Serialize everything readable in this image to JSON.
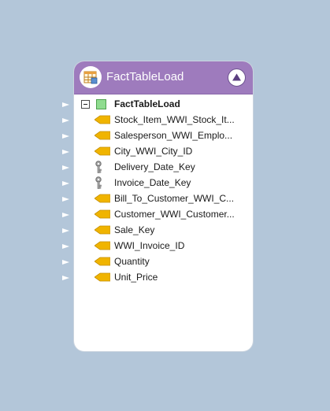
{
  "node": {
    "title": "FactTableLoad",
    "header_color": "#9e7bbd",
    "header_icon": "table-loader-icon",
    "collapse_icon": "collapse-up-icon",
    "root": {
      "label": "FactTableLoad",
      "expander_icon": "collapse-minus-icon",
      "icon": "table-icon"
    },
    "columns": [
      {
        "label": "Stock_Item_WWI_Stock_It...",
        "icon": "column-icon"
      },
      {
        "label": "Salesperson_WWI_Emplo...",
        "icon": "column-icon"
      },
      {
        "label": "City_WWI_City_ID",
        "icon": "column-icon"
      },
      {
        "label": "Delivery_Date_Key",
        "icon": "key-icon"
      },
      {
        "label": "Invoice_Date_Key",
        "icon": "key-icon"
      },
      {
        "label": "Bill_To_Customer_WWI_C...",
        "icon": "column-icon"
      },
      {
        "label": "Customer_WWI_Customer...",
        "icon": "column-icon"
      },
      {
        "label": "Sale_Key",
        "icon": "column-icon"
      },
      {
        "label": "WWI_Invoice_ID",
        "icon": "column-icon"
      },
      {
        "label": "Quantity",
        "icon": "column-icon"
      },
      {
        "label": "Unit_Price",
        "icon": "column-icon"
      }
    ]
  },
  "colors": {
    "canvas": "#b3c6d9",
    "column_icon": "#f0b400",
    "key_icon": "#8e8e8e",
    "port": "#ffffff"
  }
}
